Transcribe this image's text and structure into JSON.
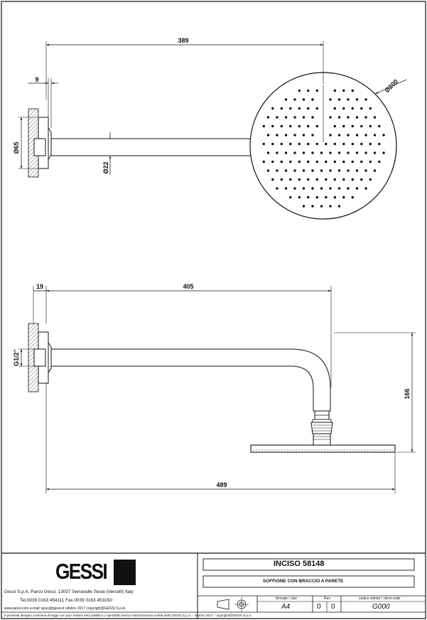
{
  "dimensions": {
    "top_arm_length": "389",
    "flange_depth_top": "9",
    "flange_dia": "Ø65",
    "arm_dia": "Ø22",
    "head_dia": "Ø200",
    "side_arm_length": "405",
    "flange_depth_side": "19",
    "thread": "G1/2\"",
    "height": "166",
    "total_length": "489"
  },
  "logo": {
    "text": "GESSI"
  },
  "company": {
    "line1": "Gessi S.p.A. Parco Gessi, 13037 Serravalle Sesia (Vercelli) Italy",
    "line2": "Tel.0039 0163 454111  Fax.0039 0163 453150",
    "line3": "www.gessi.com  e-mail: gessi@gessi.it  ottobre 2017  copyright@GESSI S.p.A."
  },
  "product": {
    "code": "INCISO 58148",
    "description": "SOFFIONE CON BRACCIO A PARETE"
  },
  "meta": {
    "format_label": "formato / size",
    "format_value": "A4",
    "rev_label": "Rev.",
    "rev_values": [
      "0",
      "0"
    ],
    "client_label": "codice cliente / client code",
    "client_value": "G000"
  },
  "footer": "Il presente disegno a termine di legge non puo' essere reso pubblico o riprodotto senza l'autorizzazione scritta della GESSI S.p.A. - ottobre 2017 - copyright@GESSI S.p.A."
}
